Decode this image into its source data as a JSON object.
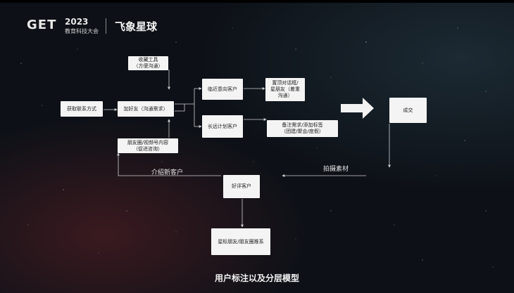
{
  "header": {
    "logo_mark": "GET",
    "logo_year": "2023",
    "logo_subtitle": "教育科技大会",
    "brand": "飞象星球"
  },
  "nodes": {
    "get_contact": "获取联系方式",
    "add_friend": "加好友（沟通需求）",
    "collect_tool": "收藏工具\n（方便沟通）",
    "moments": "朋友圈/视频号内容\n（促进咨询）",
    "near_intent": "临近意向客户",
    "long_plan": "长远计划客户",
    "pin_chat": "置顶对话框/\n星朋友（着重\n沟通）",
    "note_tags": "备注需求/添加标签\n（团建/聚会/度假）",
    "deal": "成交",
    "good_review": "好评客户",
    "star_friend": "星标朋友/朋友圈推系"
  },
  "labels": {
    "shoot_material": "拍摄素材",
    "introduce_customer": "介绍新客户"
  },
  "caption": "用户标注以及分层模型"
}
